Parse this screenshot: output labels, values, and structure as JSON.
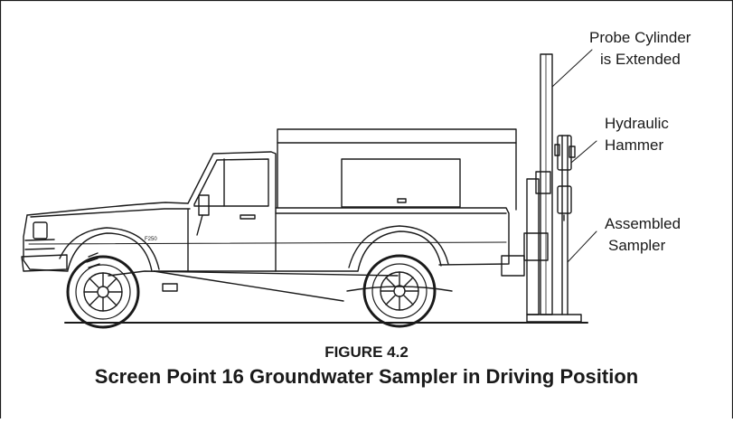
{
  "labels": {
    "probe_line1": "Probe Cylinder",
    "probe_line2": "is Extended",
    "hammer_line1": "Hydraulic",
    "hammer_line2": "Hammer",
    "sampler_line1": "Assembled",
    "sampler_line2": "Sampler"
  },
  "badge": "F250",
  "figure_number": "FIGURE 4.2",
  "figure_title": "Screen Point 16 Groundwater Sampler in Driving Position",
  "colors": {
    "line": "#1a1a1a",
    "background": "#ffffff"
  }
}
